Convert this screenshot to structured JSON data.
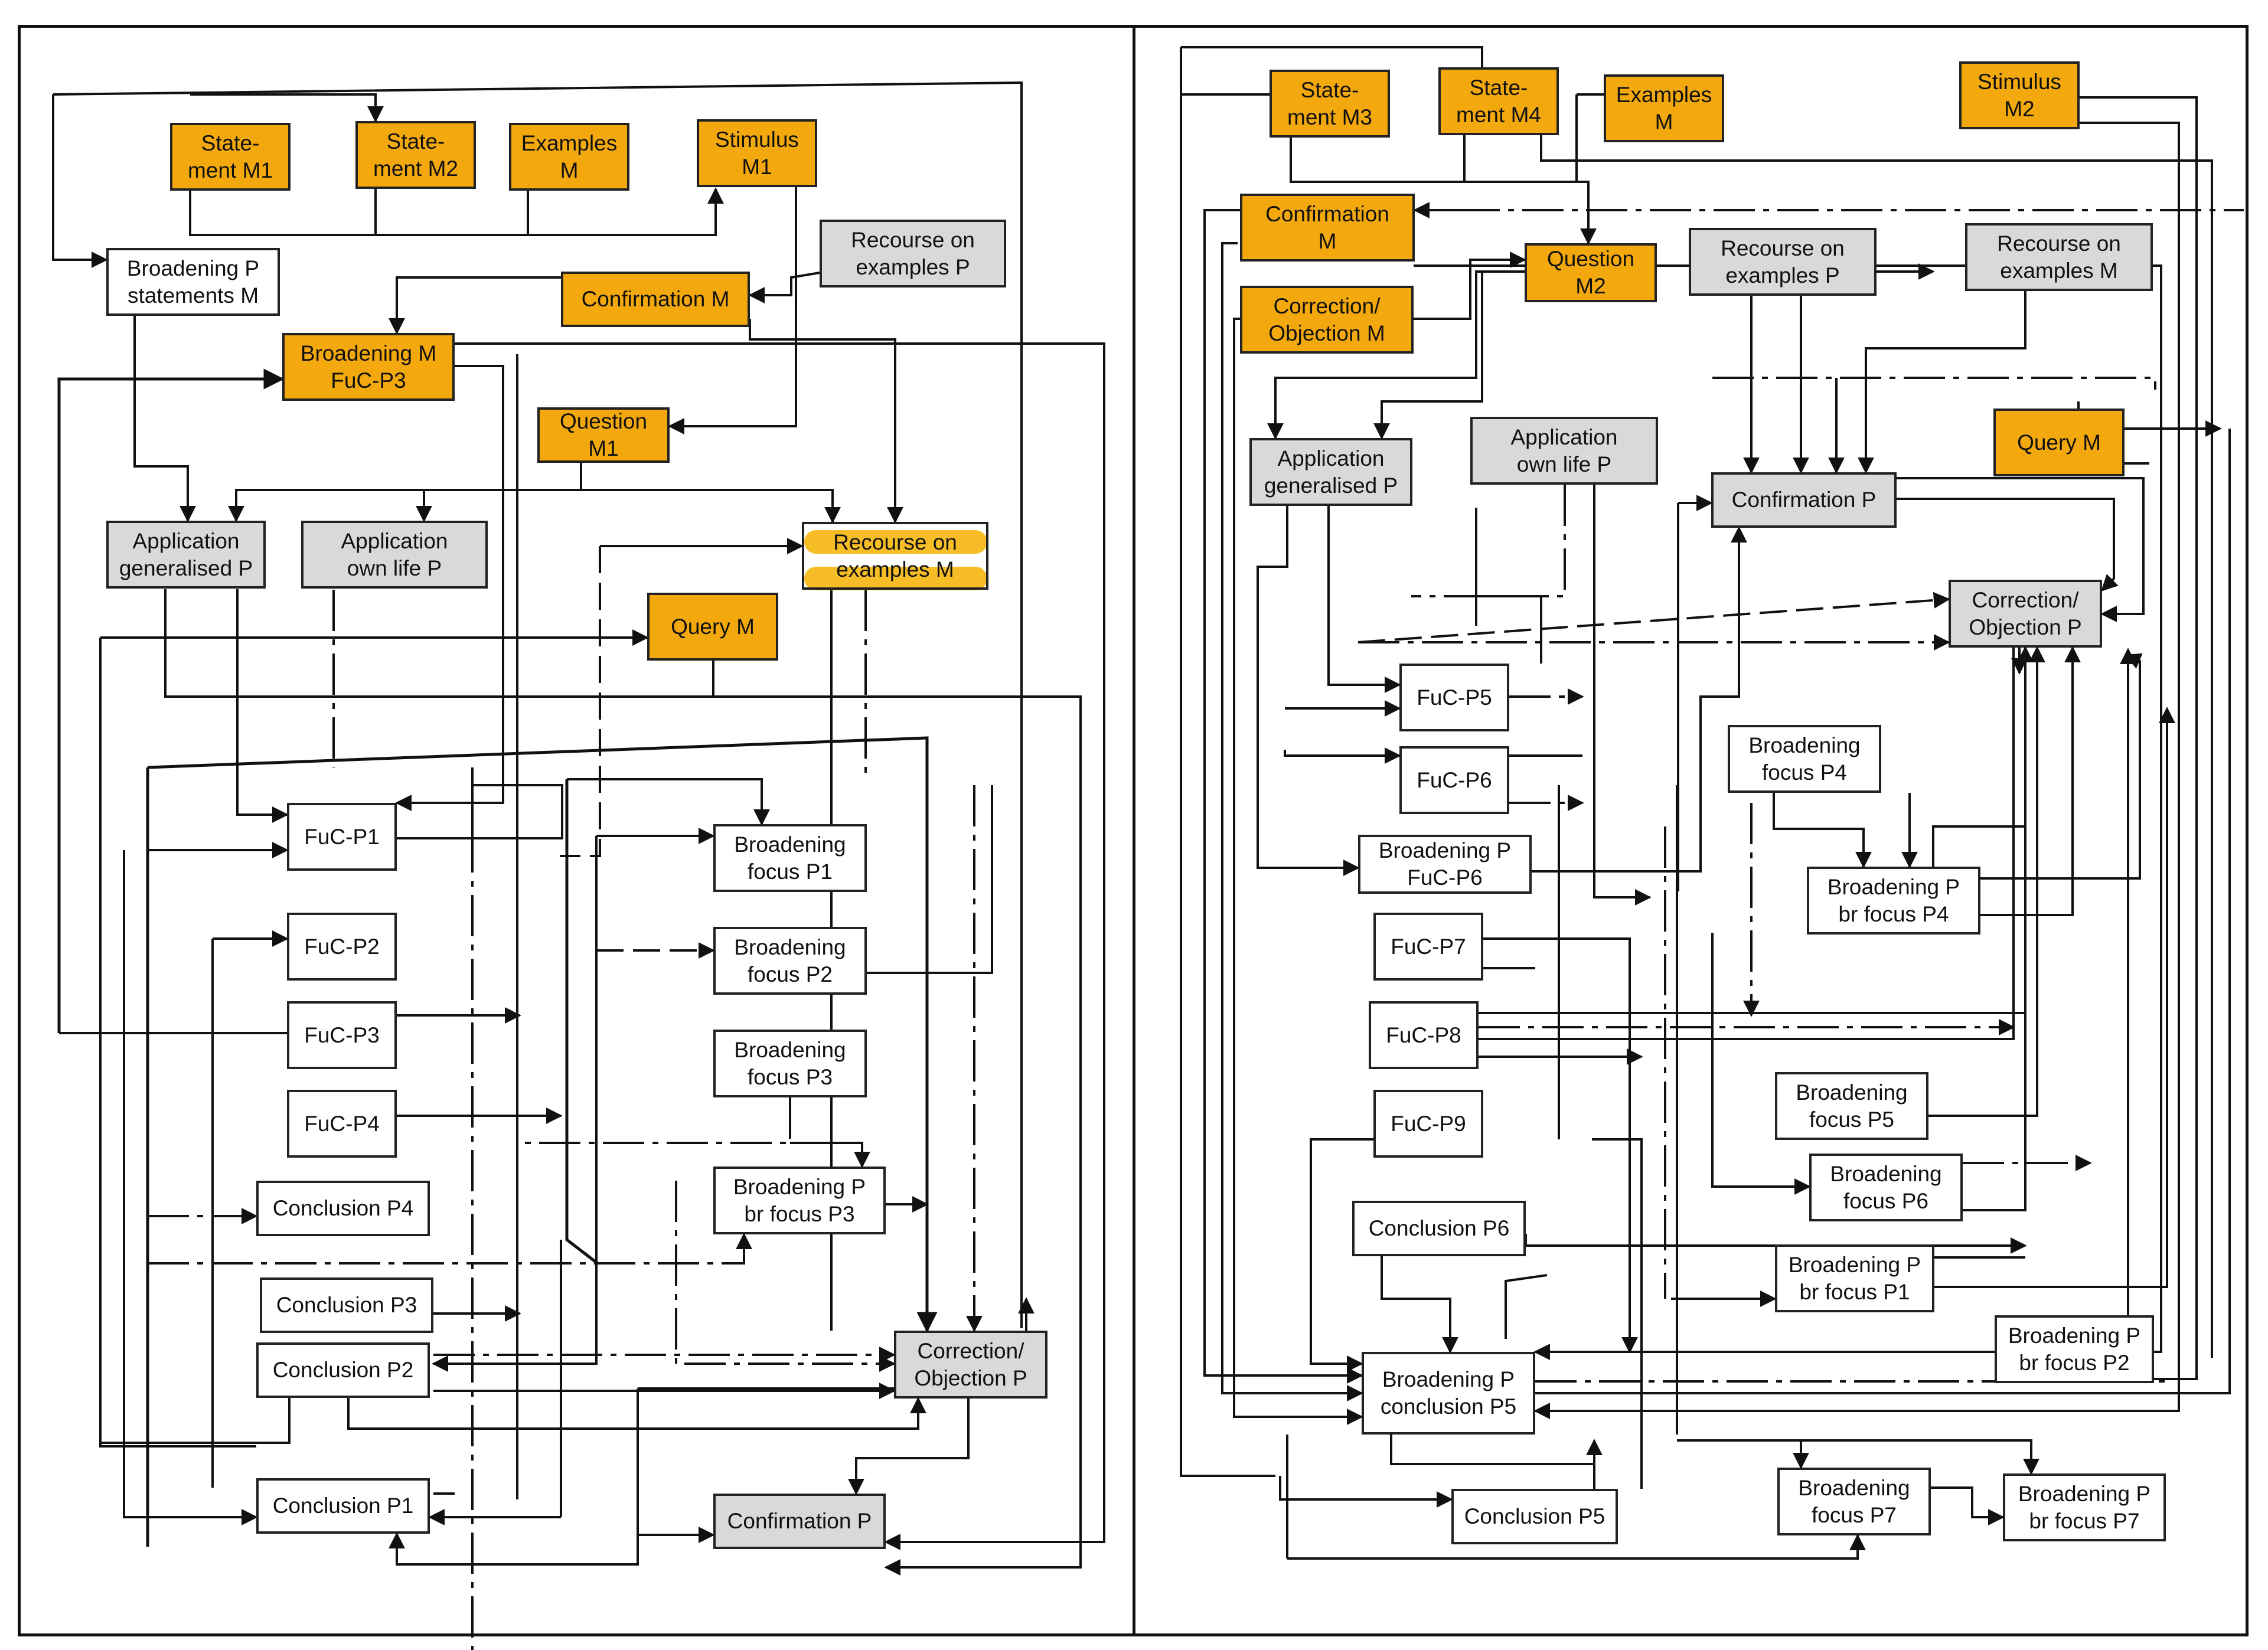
{
  "colors": {
    "orange": "#f3a90d",
    "grey": "#d9d9d9",
    "white": "#ffffff",
    "line": "#111111",
    "highlight": "#f6b200"
  },
  "left": {
    "statement_m1": "State-\nment M1",
    "statement_m2": "State-\nment M2",
    "examples_m": "Examples\nM",
    "stimulus_m1": "Stimulus\nM1",
    "recourse_examples_p": "Recourse on\nexamples P",
    "broadening_p_statements_m": "Broadening P\nstatements M",
    "confirmation_m": "Confirmation M",
    "broadening_m_fuc_p3": "Broadening M\nFuC-P3",
    "question_m1": "Question\nM1",
    "application_generalised_p": "Application\ngeneralised P",
    "application_own_life_p": "Application\nown life P",
    "recourse_examples_m": "Recourse on\nexamples M",
    "query_m": "Query M",
    "fuc_p1": "FuC-P1",
    "fuc_p2": "FuC-P2",
    "fuc_p3": "FuC-P3",
    "fuc_p4": "FuC-P4",
    "broadening_focus_p1": "Broadening\nfocus P1",
    "broadening_focus_p2": "Broadening\nfocus P2",
    "broadening_focus_p3": "Broadening\nfocus P3",
    "broadening_p_br_focus_p3": "Broadening P\nbr focus P3",
    "conclusion_p4": "Conclusion P4",
    "conclusion_p3": "Conclusion P3",
    "conclusion_p2": "Conclusion P2",
    "conclusion_p1": "Conclusion P1",
    "correction_objection_p": "Correction/\nObjection P",
    "confirmation_p": "Confirmation P"
  },
  "right": {
    "statement_m3": "State-\nment M3",
    "statement_m4": "State-\nment M4",
    "examples_m": "Examples\nM",
    "stimulus_m2": "Stimulus\nM2",
    "confirmation_m": "Confirmation\nM",
    "question_m2": "Question\nM2",
    "recourse_examples_p": "Recourse on\nexamples P",
    "recourse_examples_m": "Recourse on\nexamples M",
    "correction_objection_m": "Correction/\nObjection M",
    "application_generalised_p": "Application\ngeneralised P",
    "application_own_life_p": "Application\nown life P",
    "confirmation_p": "Confirmation P",
    "query_m": "Query M",
    "correction_objection_p": "Correction/\nObjection P",
    "fuc_p5": "FuC-P5",
    "fuc_p6": "FuC-P6",
    "broadening_p_fuc_p6": "Broadening P\nFuC-P6",
    "broadening_focus_p4": "Broadening\nfocus P4",
    "broadening_p_br_focus_p4": "Broadening P\nbr focus P4",
    "fuc_p7": "FuC-P7",
    "fuc_p8": "FuC-P8",
    "fuc_p9": "FuC-P9",
    "broadening_focus_p5": "Broadening\nfocus P5",
    "broadening_focus_p6": "Broadening\nfocus P6",
    "conclusion_p6": "Conclusion P6",
    "broadening_p_br_focus_p1": "Broadening P\nbr focus P1",
    "broadening_p_br_focus_p2": "Broadening P\nbr focus P2",
    "broadening_p_conclusion_p5": "Broadening P\nconclusion P5",
    "conclusion_p5": "Conclusion P5",
    "broadening_focus_p7": "Broadening\nfocus P7",
    "broadening_p_br_focus_p7": "Broadening P\nbr focus P7"
  }
}
